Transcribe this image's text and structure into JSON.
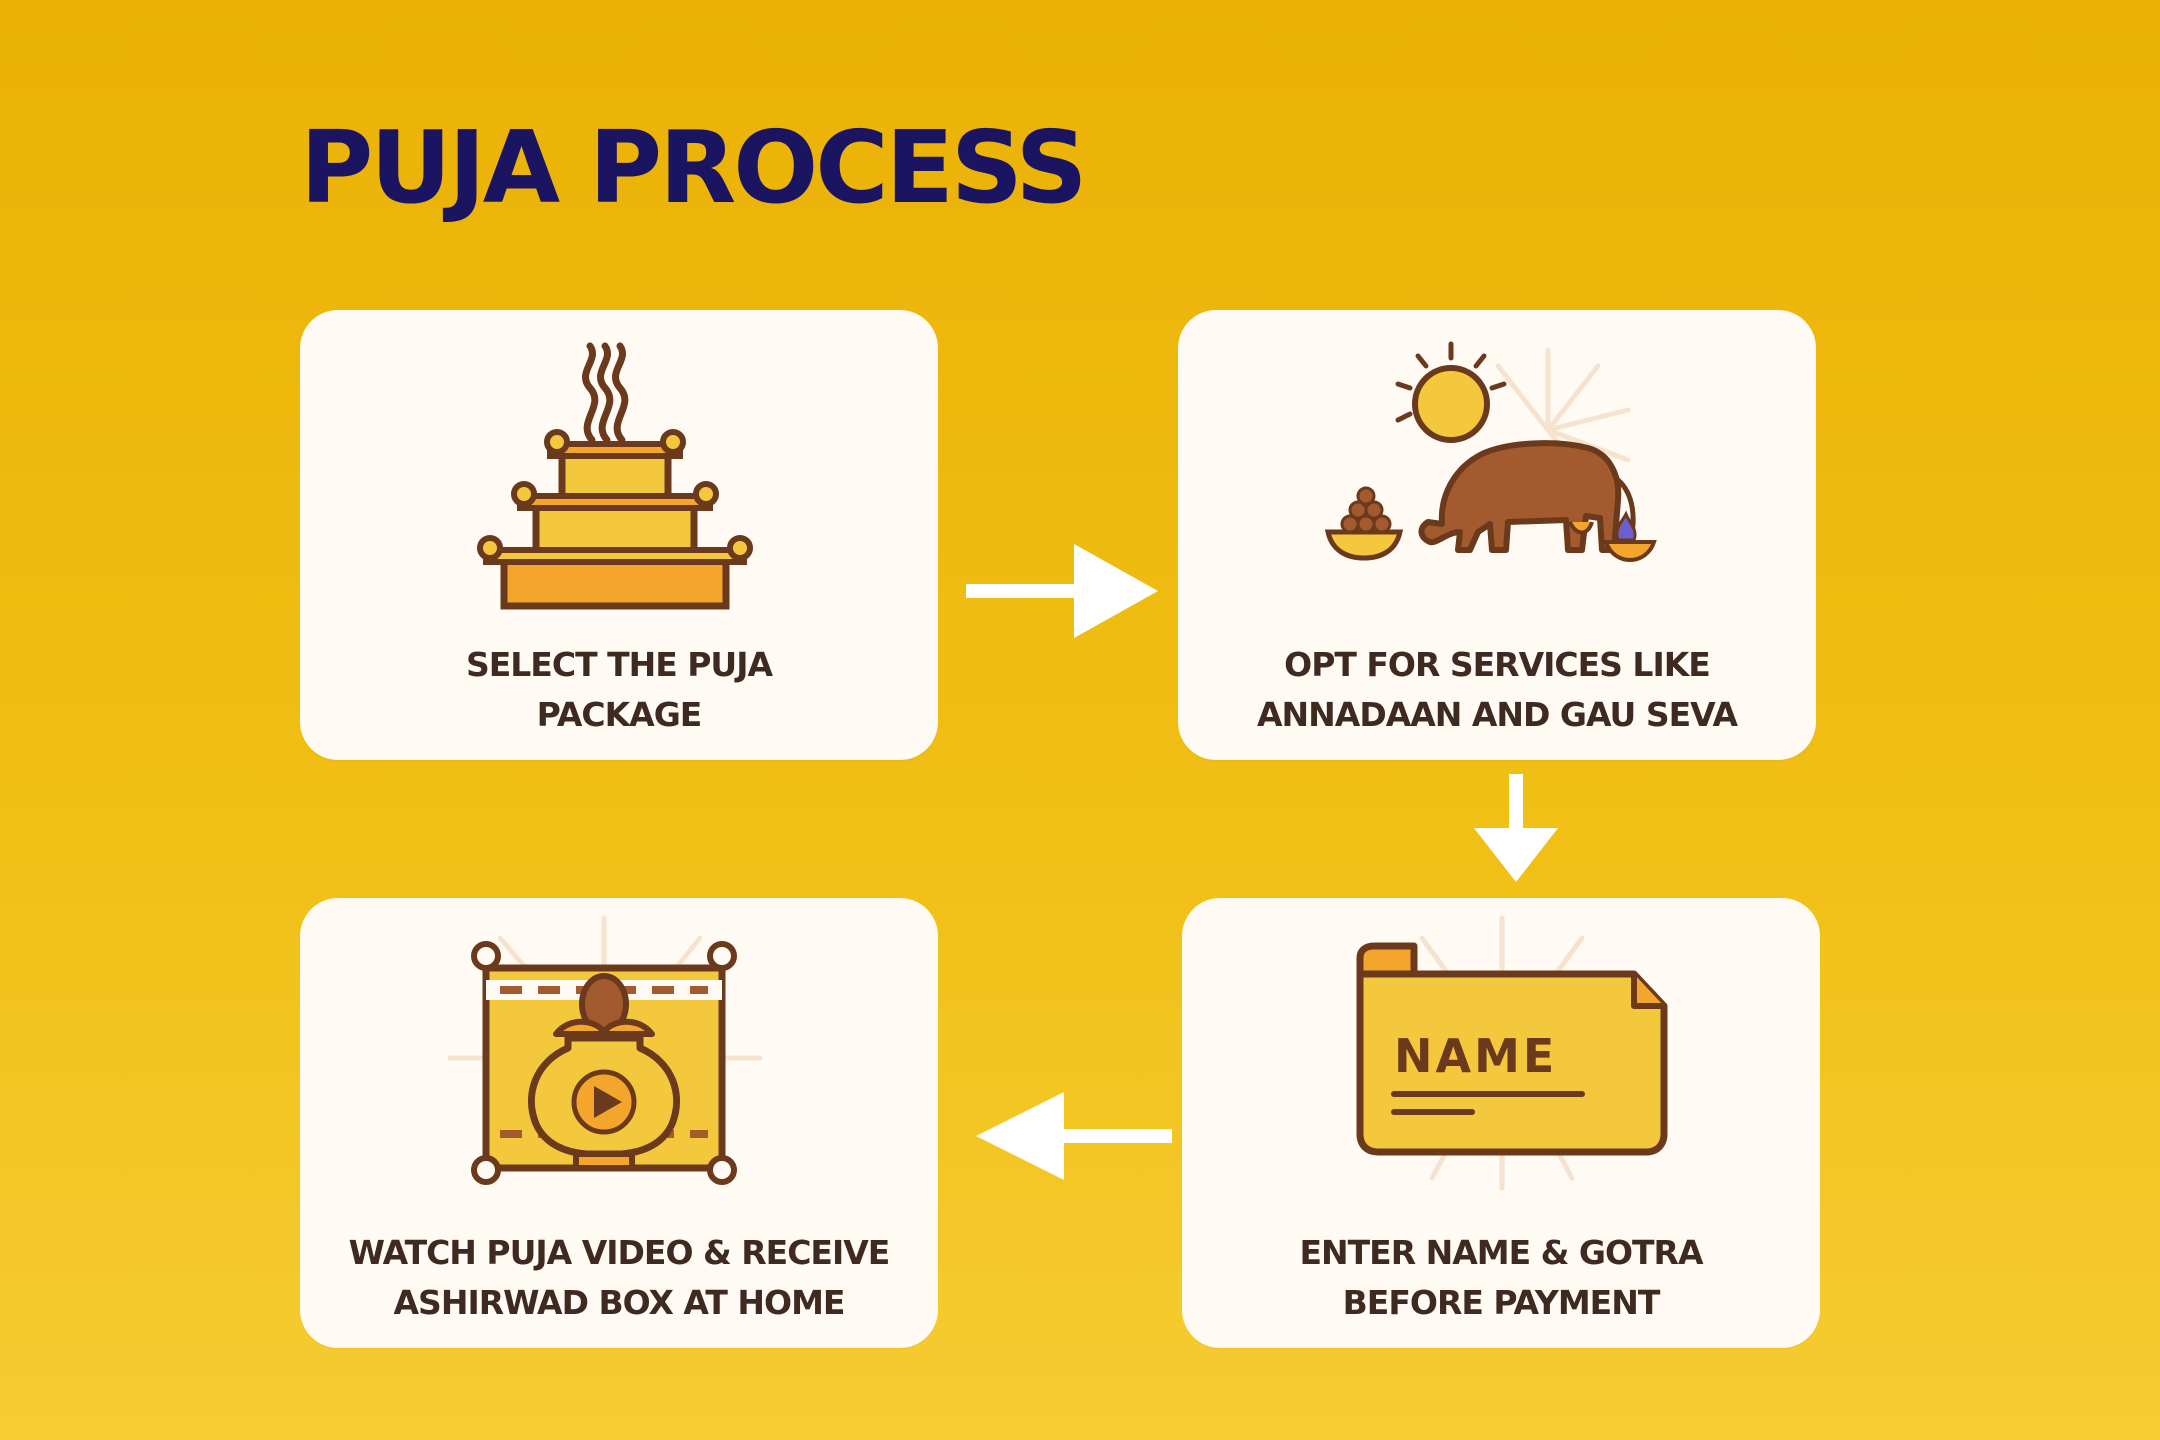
{
  "title": "PUJA PROCESS",
  "steps": [
    {
      "icon": "altar-icon",
      "lines": [
        "SELECT THE PUJA",
        "PACKAGE"
      ]
    },
    {
      "icon": "cow-feeding-icon",
      "lines": [
        "OPT FOR SERVICES LIKE",
        "ANNADAAN AND GAU SEVA"
      ]
    },
    {
      "icon": "name-scroll-icon",
      "name_tag": "NAME",
      "lines": [
        "ENTER NAME & GOTRA",
        "BEFORE PAYMENT"
      ]
    },
    {
      "icon": "kalash-video-icon",
      "lines": [
        "WATCH PUJA VIDEO & RECEIVE",
        "ASHIRWAD BOX AT HOME"
      ]
    }
  ],
  "colors": {
    "background": "#efb80c",
    "title": "#1b1561",
    "card": "#fffaf3",
    "text": "#3f2a22",
    "icon_yellow": "#f4c83c",
    "icon_orange": "#f3a52c",
    "icon_outline": "#6b3a1c",
    "cow_brown": "#a35a2e",
    "arrow": "#ffffff"
  }
}
